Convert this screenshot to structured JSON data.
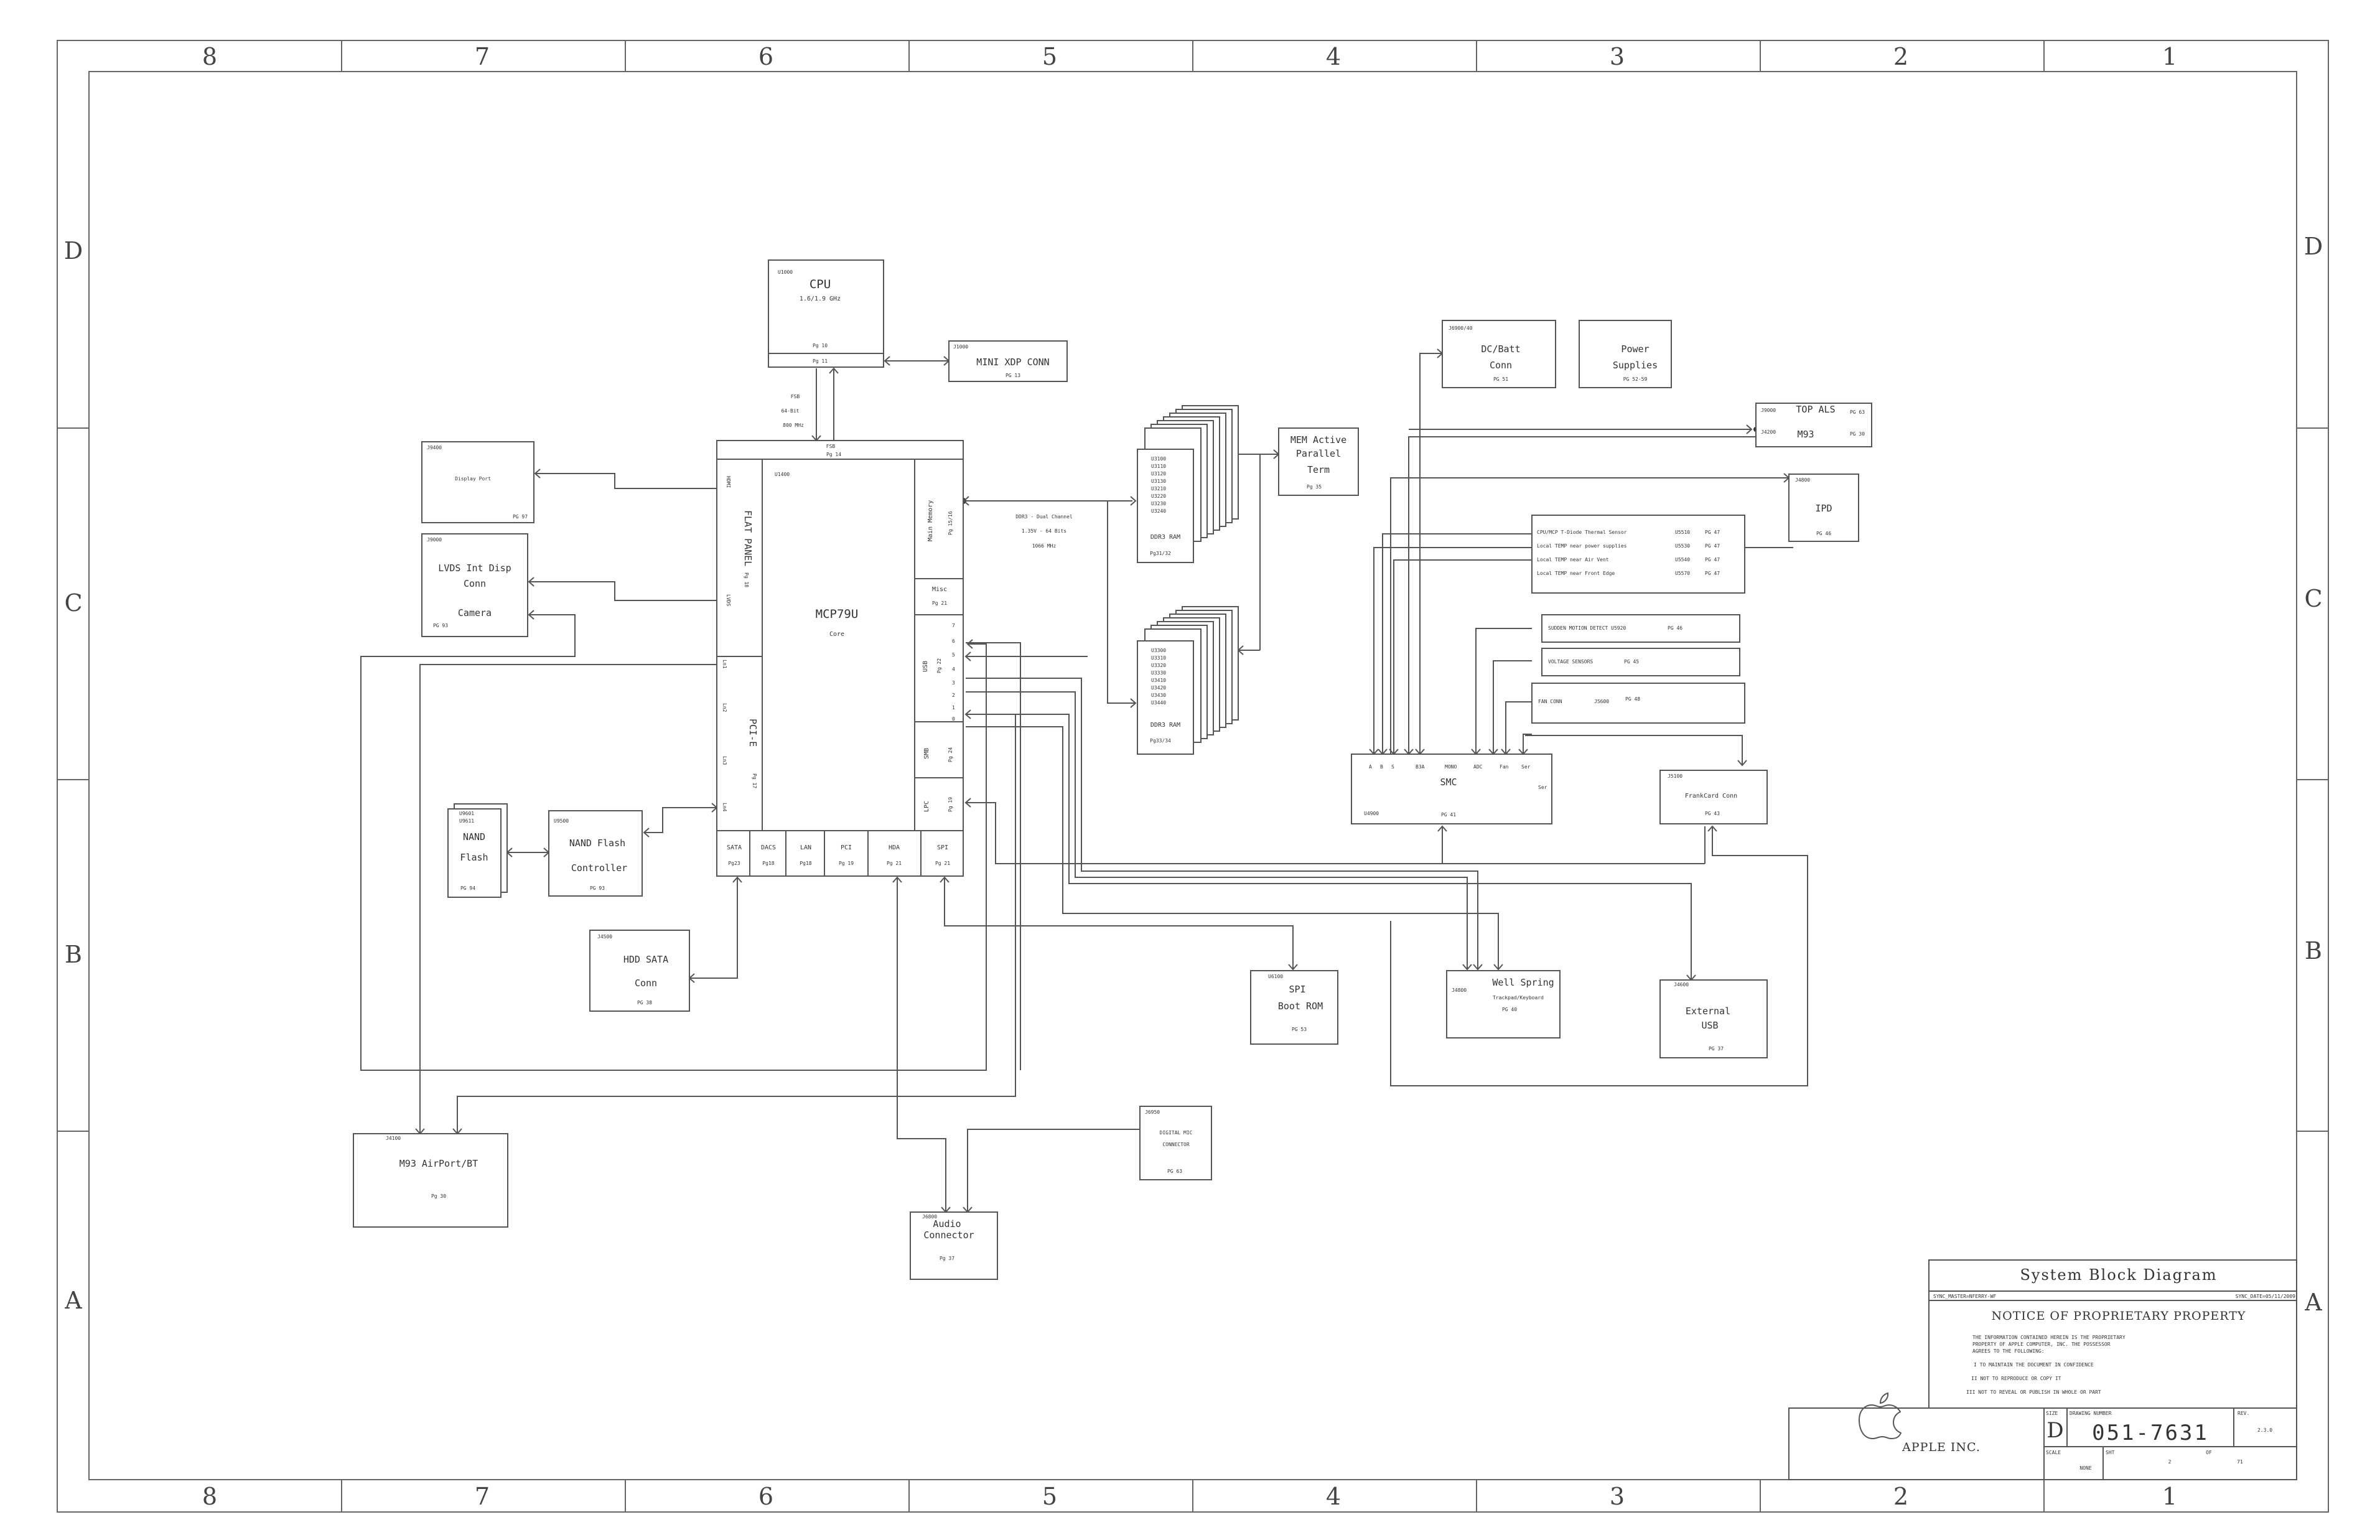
{
  "border": {
    "columns": [
      "8",
      "7",
      "6",
      "5",
      "4",
      "3",
      "2",
      "1"
    ],
    "rows": [
      "D",
      "C",
      "B",
      "A"
    ]
  },
  "blocks": {
    "cpu": {
      "ref": "U1000",
      "name": "CPU",
      "sub": "1.6/1.9 GHz",
      "pg1": "Pg 10",
      "pg2": "Pg 11"
    },
    "xdp": {
      "ref": "J1000",
      "name": "MINI XDP CONN",
      "pg": "PG 13"
    },
    "fsb": {
      "l1": "FSB",
      "l2": "64-Bit",
      "l3": "800 MHz"
    },
    "dp": {
      "ref": "J9400",
      "name": "Display Port",
      "pg": "PG 97"
    },
    "lvds": {
      "ref": "J9000",
      "l1": "LVDS Int Disp",
      "l2": "Conn",
      "l3": "Camera",
      "pg": "PG 93"
    },
    "mcp": {
      "top_ref": "FSB",
      "top_pg": "Pg 14",
      "ref": "U1400",
      "name": "MCP79U",
      "sub": "Core",
      "left_label": "FLAT PANEL",
      "left_pg": "Pg 18",
      "left_hdmi": "HDMI",
      "left_lvds": "LVDS",
      "pcie_label": "PCI-E",
      "pcie_pg": "Pg 17",
      "lanes": [
        "Ln1",
        "Ln2",
        "Ln3",
        "Ln4"
      ],
      "mem_label": "Main Memory",
      "mem_pg": "Pg 15/16",
      "misc_label": "Misc",
      "misc_pg": "Pg 21",
      "usb_label": "USB",
      "usb_pg": "Pg 22",
      "usb_ports": [
        "7",
        "6",
        "5",
        "4",
        "3",
        "2",
        "1",
        "0"
      ],
      "smb_label": "SMB",
      "smb_pg": "Pg 24",
      "lpc_label": "LPC",
      "lpc_pg": "Pg 19",
      "bottom_labels": [
        "SATA",
        "DACS",
        "LAN",
        "PCI",
        "HDA",
        "SPI"
      ],
      "bottom_pgs": [
        "Pg23",
        "Pg18",
        "Pg18",
        "Pg 19",
        "Pg 21",
        "Pg 21"
      ]
    },
    "ddr_note": {
      "l1": "DDR3 - Dual Channel",
      "l2": "1.35V - 64 Bits",
      "l3": "1066 MHz"
    },
    "ram_top": {
      "name": "DDR3 RAM",
      "pg": "Pg31/32",
      "refs": [
        "U3100",
        "U3110",
        "U3120",
        "U3130",
        "U3210",
        "U3220",
        "U3230",
        "U3240"
      ]
    },
    "ram_bot": {
      "name": "DDR3 RAM",
      "pg": "Pg33/34",
      "refs": [
        "U3300",
        "U3310",
        "U3320",
        "U3330",
        "U3410",
        "U3420",
        "U3430",
        "U3440"
      ]
    },
    "term": {
      "l1": "MEM Active",
      "l2": "Parallel",
      "l3": "Term",
      "pg": "Pg 35"
    },
    "dcbatt": {
      "ref": "J6900/40",
      "l1": "DC/Batt",
      "l2": "Conn",
      "pg": "PG 51"
    },
    "power": {
      "l1": "Power",
      "l2": "Supplies",
      "pg": "PG 52-59"
    },
    "topals": {
      "ref1": "J9000",
      "name1": "TOP ALS",
      "pg1": "PG 63",
      "ref2": "J4200",
      "name2": "M93",
      "pg2": "PG 30"
    },
    "ipd": {
      "ref": "J4800",
      "name": "IPD",
      "pg": "PG 46"
    },
    "temps": {
      "rows": [
        {
          "label": "CPU/MCP T-Diode Thermal Sensor",
          "ref": "U5510",
          "pg": "PG 47"
        },
        {
          "label": "Local TEMP near power supplies",
          "ref": "U5530",
          "pg": "PG 47"
        },
        {
          "label": "Local TEMP near Air Vent",
          "ref": "U5540",
          "pg": "PG 47"
        },
        {
          "label": "Local TEMP near Front Edge",
          "ref": "U5570",
          "pg": "PG 47"
        }
      ]
    },
    "sudden": {
      "label": "SUDDEN MOTION DETECT U5920",
      "pg": "PG 46"
    },
    "voltage": {
      "label": "VOLTAGE SENSORS",
      "pg": "PG 45"
    },
    "fan": {
      "label": "FAN CONN",
      "ref": "J5600",
      "pg": "PG 48"
    },
    "smc": {
      "name": "SMC",
      "ref": "U4900",
      "pg": "PG 41",
      "pins": [
        "A",
        "B",
        "S",
        "B3A",
        "MONO",
        "ADC",
        "Fan",
        "Ser"
      ],
      "right": "Ser"
    },
    "frank": {
      "ref": "J5100",
      "name": "FrankCard Conn",
      "pg": "PG 43"
    },
    "nand": {
      "ref1": "U9601",
      "ref2": "U9611",
      "l1": "NAND",
      "l2": "Flash",
      "pg": "PG 94"
    },
    "nandctl": {
      "ref": "U9500",
      "l1": "NAND Flash",
      "l2": "Controller",
      "pg": "PG 93"
    },
    "hdd": {
      "ref": "J4500",
      "l1": "HDD SATA",
      "l2": "Conn",
      "pg": "PG 38"
    },
    "spi": {
      "ref": "U6100",
      "l1": "SPI",
      "l2": "Boot ROM",
      "pg": "PG 53"
    },
    "wellspring": {
      "ref": "J4800",
      "l1": "Well Spring",
      "l2": "Trackpad/Keyboard",
      "pg": "PG 40"
    },
    "extusb": {
      "ref": "J4600",
      "l1": "External",
      "l2": "USB",
      "pg": "PG 37"
    },
    "airport": {
      "ref": "J4100",
      "name": "M93 AirPort/BT",
      "pg": "Pg 30"
    },
    "dmic": {
      "ref": "J6950",
      "l1": "DIGITAL MIC",
      "l2": "CONNECTOR",
      "pg": "PG 63"
    },
    "audio": {
      "ref": "J6800",
      "l1": "Audio",
      "l2": "Connector",
      "pg": "Pg 37"
    }
  },
  "titleblock": {
    "title": "System Block Diagram",
    "sync_master": "SYNC_MASTER=NFERRY-WF",
    "sync_date": "SYNC_DATE=05/11/2009",
    "notice": "NOTICE OF PROPRIETARY PROPERTY",
    "p1": "THE INFORMATION CONTAINED HEREIN IS THE PROPRIETARY",
    "p2": "PROPERTY OF APPLE COMPUTER, INC. THE POSSESSOR",
    "p3": "AGREES TO THE FOLLOWING:",
    "i1": "I TO MAINTAIN THE DOCUMENT IN CONFIDENCE",
    "i2": "II NOT TO REPRODUCE OR COPY IT",
    "i3": "III NOT TO REVEAL OR PUBLISH IN WHOLE OR PART",
    "company": "APPLE INC.",
    "size_label": "SIZE",
    "size": "D",
    "drawing_label": "DRAWING NUMBER",
    "drawing_number": "051-7631",
    "rev_label": "REV.",
    "rev": "2.3.0",
    "scale_label": "SCALE",
    "scale": "NONE",
    "sht_label": "SHT",
    "sht": "2",
    "of_label": "OF",
    "of": "71"
  }
}
